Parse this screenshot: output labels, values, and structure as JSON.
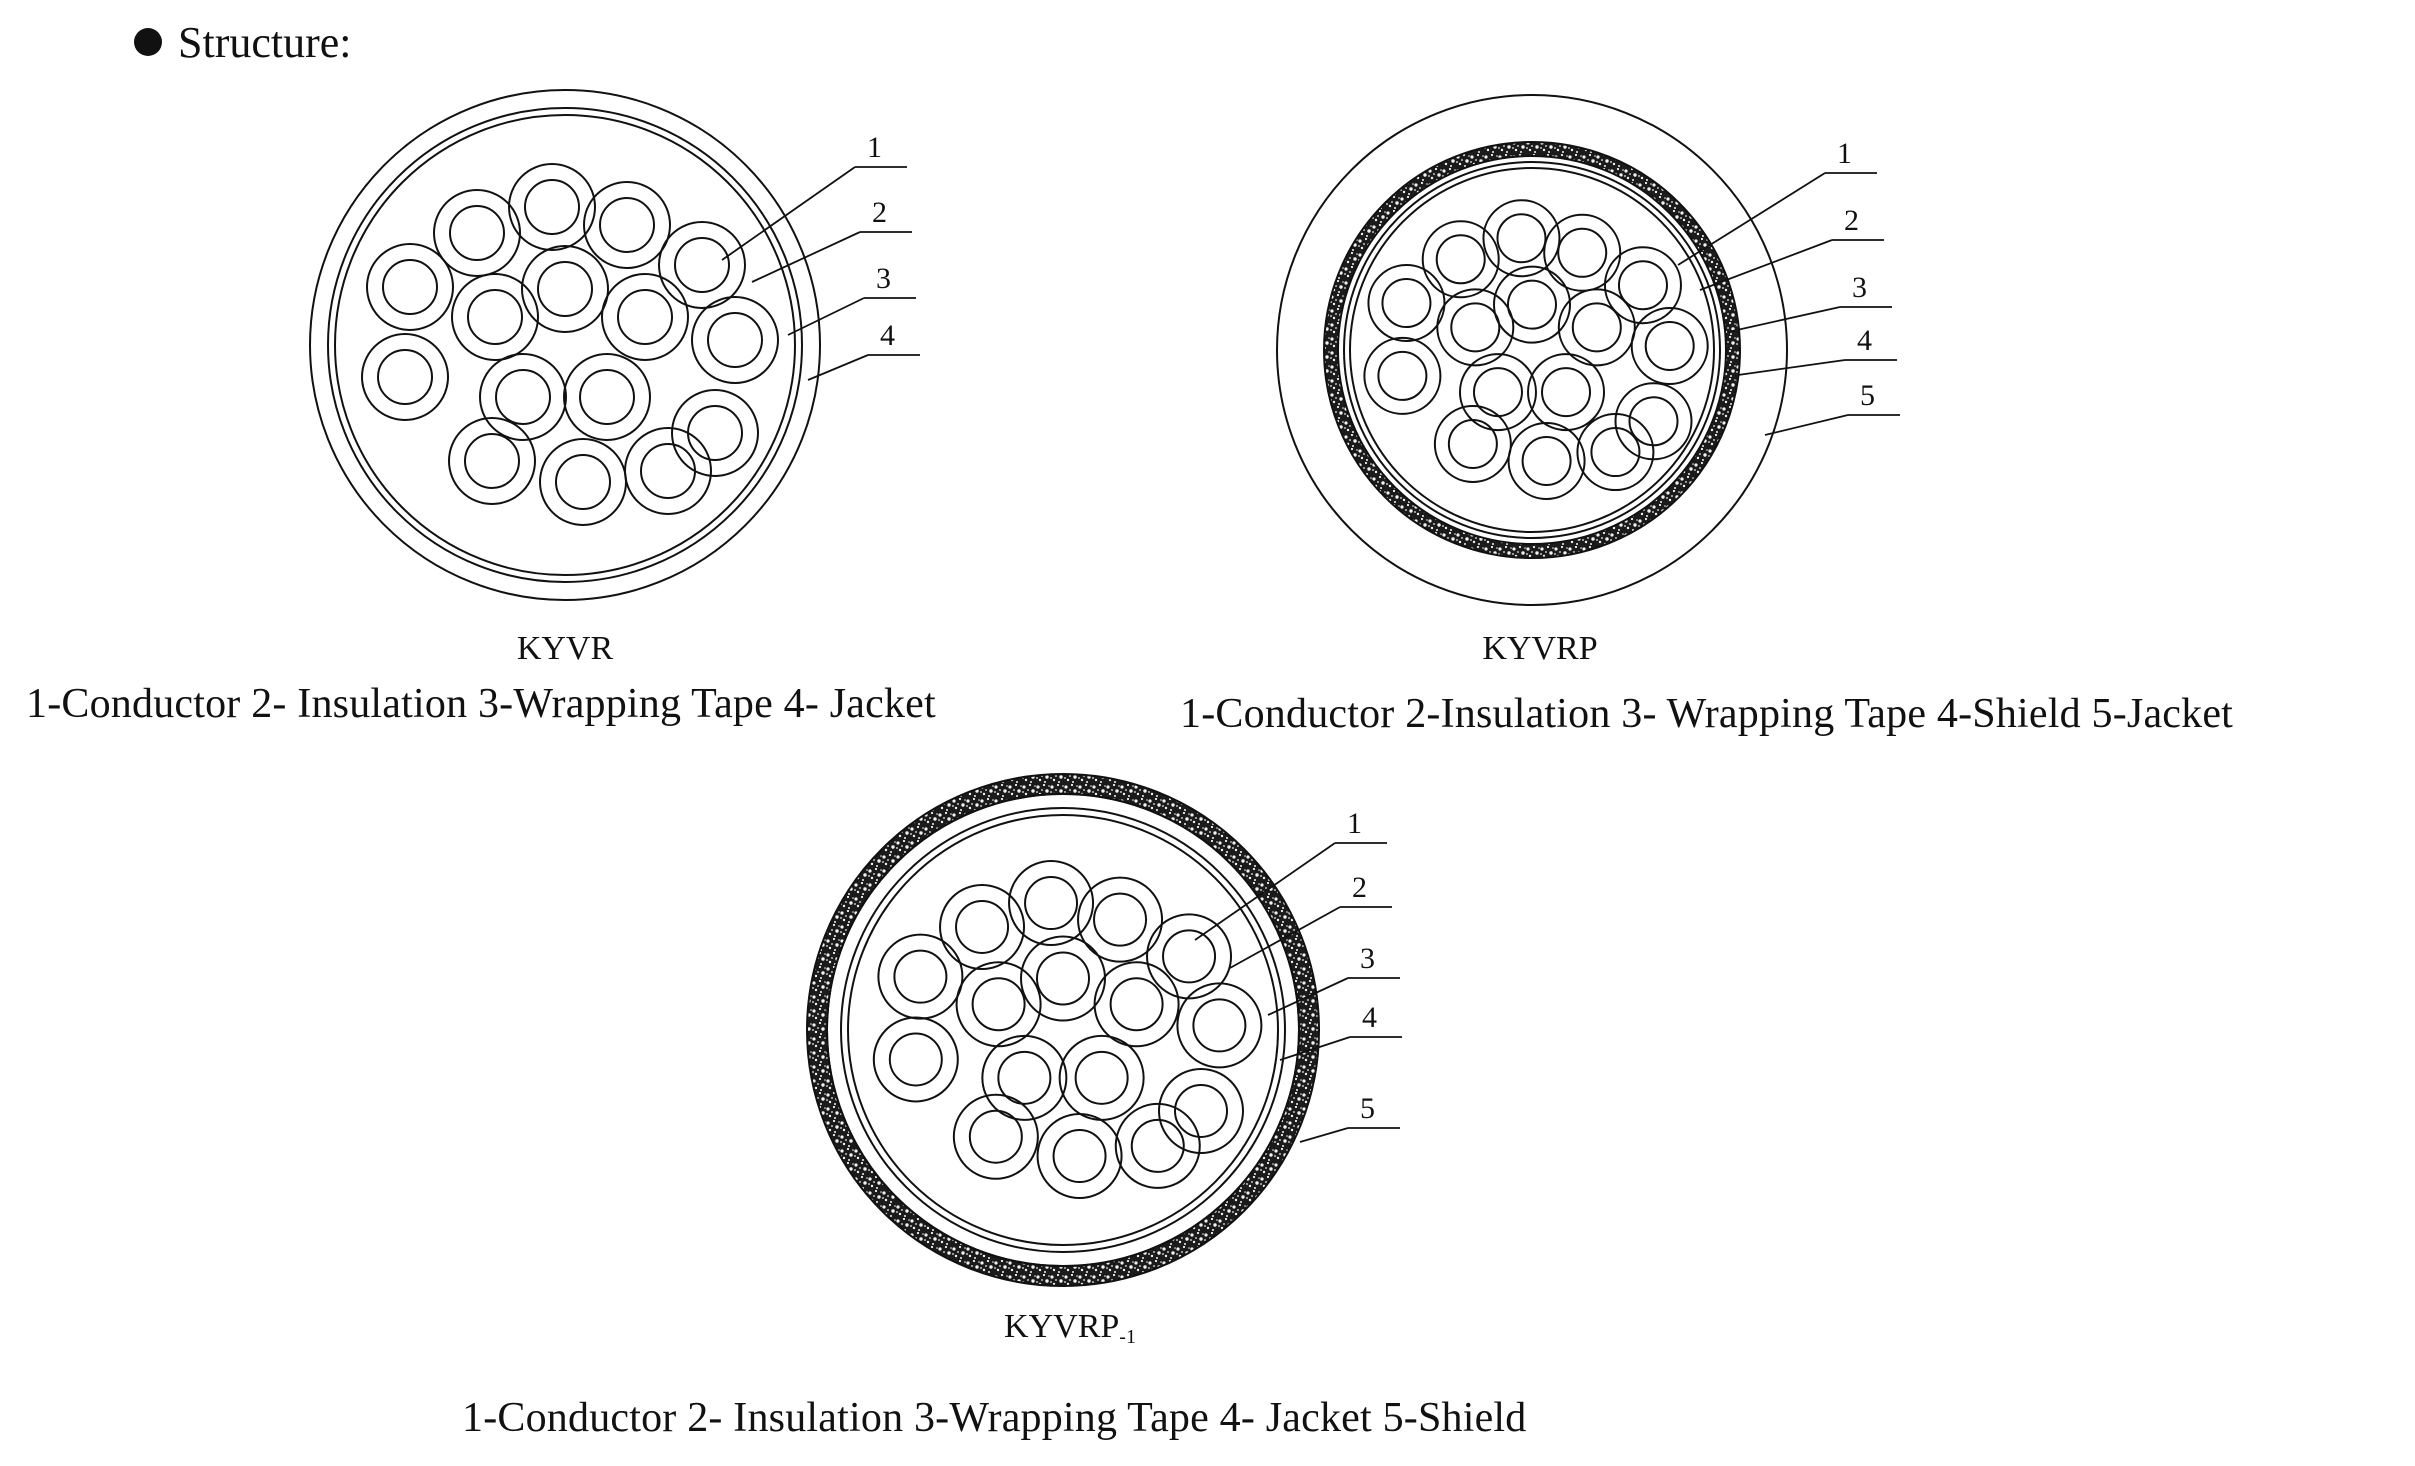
{
  "heading": "Structure:",
  "colors": {
    "line": "#111111",
    "shield_dark": "#1b1b1b",
    "shield_speck": "#f2f2f2"
  },
  "diagrams": [
    {
      "model": "KYVR",
      "model_sub": "",
      "legend": "1-Conductor 2- Insulation 3-Wrapping Tape 4- Jacket",
      "callouts": [
        "1",
        "2",
        "3",
        "4"
      ]
    },
    {
      "model": "KYVRP",
      "model_sub": "",
      "legend": "1-Conductor 2-Insulation 3- Wrapping Tape 4-Shield 5-Jacket",
      "callouts": [
        "1",
        "2",
        "3",
        "4",
        "5"
      ]
    },
    {
      "model": "KYVRP",
      "model_sub": "-1",
      "legend": "1-Conductor 2- Insulation 3-Wrapping Tape 4- Jacket 5-Shield",
      "callouts": [
        "1",
        "2",
        "3",
        "4",
        "5"
      ]
    }
  ]
}
